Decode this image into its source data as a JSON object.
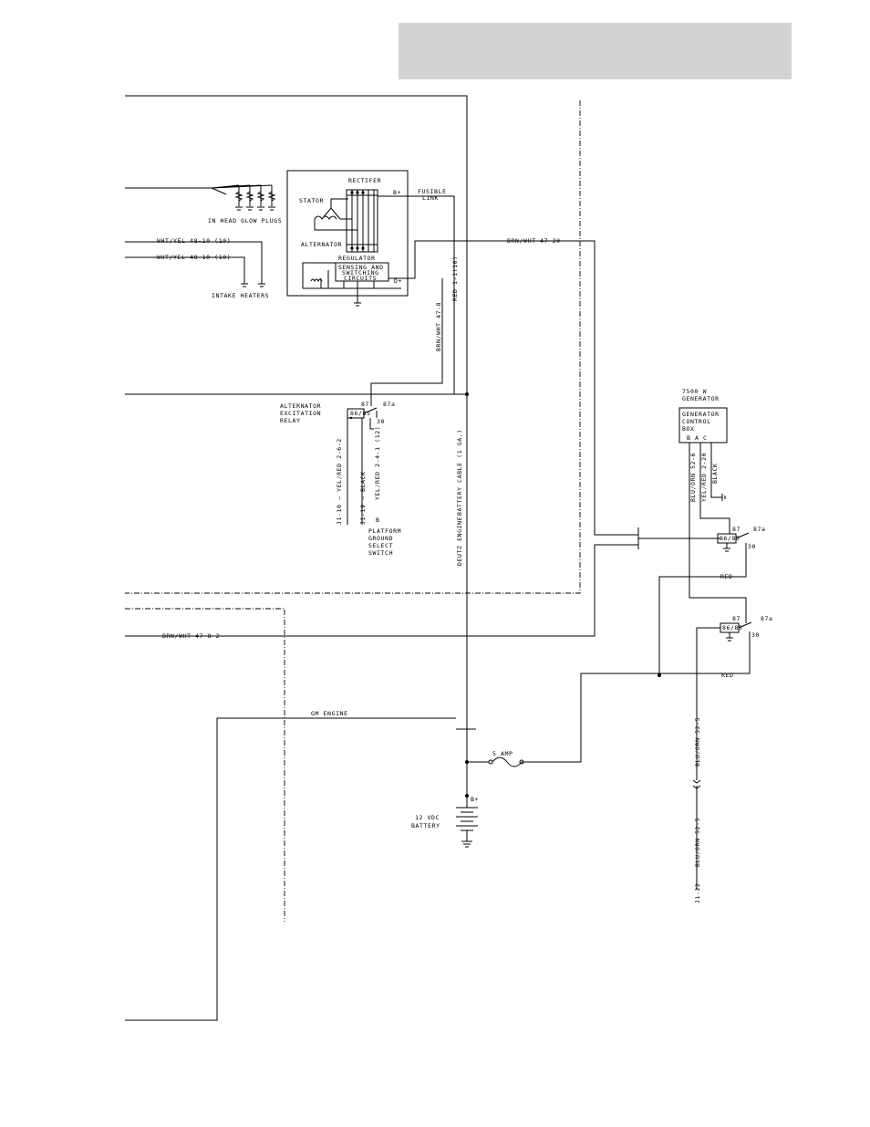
{
  "header": {
    "shade_color": "#d3d3d3"
  },
  "engine": {
    "glow_plugs_label": "IN HEAD GLOW PLUGS",
    "rectifier_label": "RECTIFER",
    "stator_label": "STATOR",
    "alternator_label": "ALTERNATOR",
    "regulator_label": "REGULATOR",
    "sensing_line1": "SENSING AND",
    "sensing_line2": "SWITCHING",
    "sensing_line3": "CIRCUITS",
    "b_plus_label": "B+",
    "d_plus_label": "D+",
    "fusible_line1": "FUSIBLE",
    "fusible_line2": "LINK",
    "intake_heaters_label": "INTAKE HEATERS",
    "deutz_engine_label": "DEUTZ ENGINE",
    "gm_engine_label": "GM ENGINE"
  },
  "wires": {
    "wht_yel_1": "WHT/YEL 48-10 (10)",
    "wht_yel_2": "WHT/YEL 48-10 (10)",
    "brn_wht_47_20": "BRN/WHT 47-20",
    "brn_wht_47_8": "BRN/WHT 47-8",
    "red_1_1": "RED 1-1(10)",
    "battery_cable": "BATTERY CABLE (1 GA.)",
    "brn_wht_47_8_2": "BRN/WHT 47-8-2",
    "red_a": "RED",
    "red_b": "RED",
    "blu_orn_52_6": "BLU/ORN 52-6",
    "yel_red_2_20": "YEL/RED 2-20",
    "black_gen": "BLACK",
    "blu_orn_52_5_upper": "BLU/ORN 52-5",
    "blu_orn_52_5_lower": "BLU/ORN 52-5",
    "j1_22": "J1-22"
  },
  "relay_exc": {
    "label_line1": "ALTERNATOR",
    "label_line2": "EXCITATION",
    "label_line3": "RELAY",
    "pin_87": "87",
    "pin_87a": "87a",
    "pin_30": "30",
    "pin_86_85": "86/85",
    "wire_j1_10": "J1-10 — YEL/RED 2-6-2",
    "wire_j1_19": "J1-19 — BLACK",
    "wire_yel_red": "YEL/RED 2-4-1 (12)",
    "pin_b": "B",
    "switch_line1": "PLATFORM",
    "switch_line2": "GROUND",
    "switch_line3": "SELECT",
    "switch_line4": "SWITCH"
  },
  "generator": {
    "title_line1": "7500 W",
    "title_line2": "GENERATOR",
    "box_line1": "GENERATOR",
    "box_line2": "CONTROL",
    "box_line3": "BOX",
    "terminals": "B  A  C"
  },
  "relay_gen1": {
    "pin_87": "87",
    "pin_87a": "87a",
    "pin_30": "30",
    "pin_86_85": "86/85"
  },
  "relay_gen2": {
    "pin_87": "87",
    "pin_87a": "87a",
    "pin_30": "30",
    "pin_86_85": "86/85"
  },
  "battery": {
    "fuse_label": "5 AMP",
    "b_plus_label": "B+",
    "label_line1": "12 VDC",
    "label_line2": "BATTERY"
  }
}
